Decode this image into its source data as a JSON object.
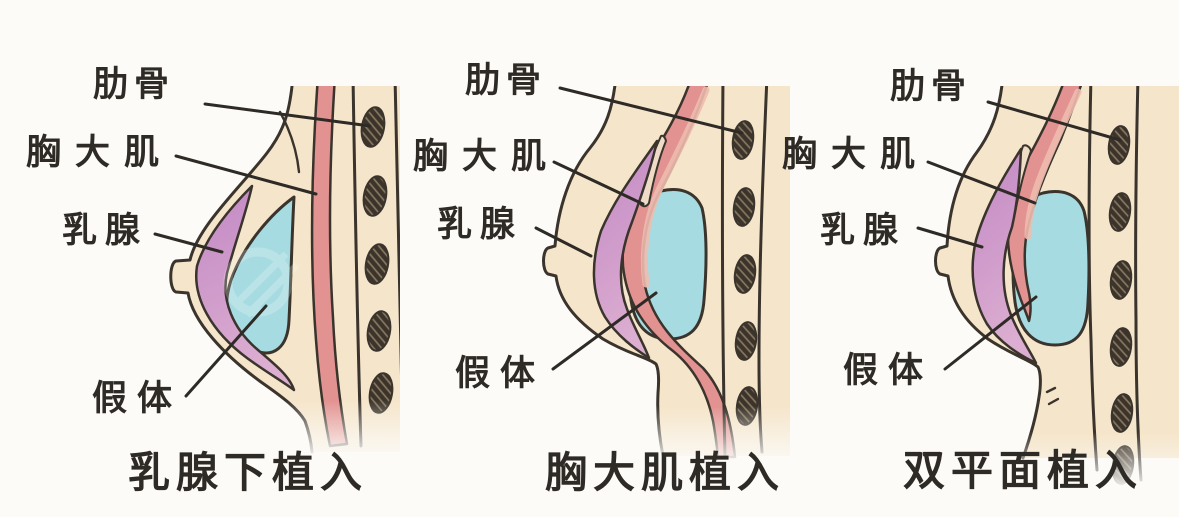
{
  "colors": {
    "background": "#fcfbf8",
    "outline": "#3a342d",
    "text": "#2e2a26",
    "skin": "#f5e5ca",
    "muscle": "#e29290",
    "muscle_light": "#eebbaf",
    "gland_top": "#c288c4",
    "gland_bottom": "#dcaed1",
    "implant": "#a7dbe2",
    "rib_fill": "#3c342a",
    "rib_hatch": "#8a7a62",
    "sliver": "#eedcc6"
  },
  "panels": [
    {
      "id": "subglandular",
      "title": "乳腺下植入",
      "labels": {
        "rib": "肋骨",
        "muscle": "胸大肌",
        "gland": "乳腺",
        "implant": "假体"
      }
    },
    {
      "id": "submuscular",
      "title": "胸大肌植入",
      "labels": {
        "rib": "肋骨",
        "muscle": "胸大肌",
        "gland": "乳腺",
        "implant": "假体"
      }
    },
    {
      "id": "dual_plane",
      "title": "双平面植入",
      "labels": {
        "rib": "肋骨",
        "muscle": "胸大肌",
        "gland": "乳腺",
        "implant": "假体"
      }
    }
  ]
}
